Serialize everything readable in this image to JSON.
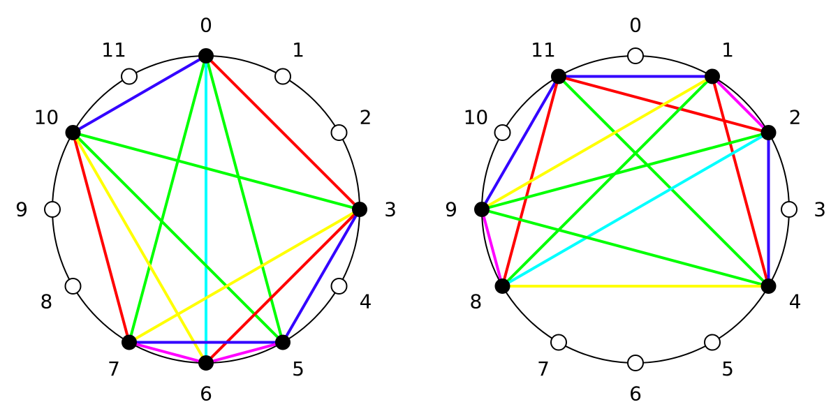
{
  "colors": {
    "background": "#ffffff",
    "circle": "#000000",
    "node_filled": "#000000",
    "node_empty": "#ffffff",
    "interval_1": "#ff00ff",
    "interval_2": "#3300ff",
    "interval_3": "#00ffff",
    "interval_4": "#00ff00",
    "interval_5": "#ffff00",
    "interval_6": "#ff0000"
  },
  "diagrams": [
    {
      "name": "left-pitch-class-clock",
      "labels": [
        "0",
        "1",
        "2",
        "3",
        "4",
        "5",
        "6",
        "7",
        "8",
        "9",
        "10",
        "11"
      ],
      "filled": [
        0,
        3,
        5,
        6,
        7,
        10
      ],
      "edges": [
        {
          "a": 0,
          "b": 10,
          "interval": 2
        },
        {
          "a": 0,
          "b": 3,
          "interval": 6
        },
        {
          "a": 0,
          "b": 7,
          "interval": 4
        },
        {
          "a": 0,
          "b": 5,
          "interval": 4
        },
        {
          "a": 0,
          "b": 6,
          "interval": 3
        },
        {
          "a": 10,
          "b": 3,
          "interval": 4
        },
        {
          "a": 10,
          "b": 5,
          "interval": 4
        },
        {
          "a": 10,
          "b": 7,
          "interval": 6
        },
        {
          "a": 10,
          "b": 6,
          "interval": 5
        },
        {
          "a": 3,
          "b": 7,
          "interval": 5
        },
        {
          "a": 3,
          "b": 6,
          "interval": 6
        },
        {
          "a": 3,
          "b": 5,
          "interval": 2
        },
        {
          "a": 7,
          "b": 5,
          "interval": 2
        },
        {
          "a": 7,
          "b": 6,
          "interval": 1
        },
        {
          "a": 6,
          "b": 5,
          "interval": 1
        }
      ]
    },
    {
      "name": "right-pitch-class-clock",
      "labels": [
        "0",
        "1",
        "2",
        "3",
        "4",
        "5",
        "6",
        "7",
        "8",
        "9",
        "10",
        "11"
      ],
      "filled": [
        1,
        2,
        4,
        8,
        9,
        11
      ],
      "edges": [
        {
          "a": 11,
          "b": 1,
          "interval": 2
        },
        {
          "a": 11,
          "b": 2,
          "interval": 6
        },
        {
          "a": 11,
          "b": 9,
          "interval": 2
        },
        {
          "a": 11,
          "b": 8,
          "interval": 6
        },
        {
          "a": 11,
          "b": 4,
          "interval": 4
        },
        {
          "a": 1,
          "b": 2,
          "interval": 1
        },
        {
          "a": 1,
          "b": 4,
          "interval": 6
        },
        {
          "a": 1,
          "b": 8,
          "interval": 4
        },
        {
          "a": 1,
          "b": 9,
          "interval": 5
        },
        {
          "a": 2,
          "b": 4,
          "interval": 2
        },
        {
          "a": 2,
          "b": 9,
          "interval": 4
        },
        {
          "a": 2,
          "b": 8,
          "interval": 3
        },
        {
          "a": 9,
          "b": 8,
          "interval": 1
        },
        {
          "a": 9,
          "b": 4,
          "interval": 4
        },
        {
          "a": 8,
          "b": 4,
          "interval": 5
        }
      ]
    }
  ]
}
